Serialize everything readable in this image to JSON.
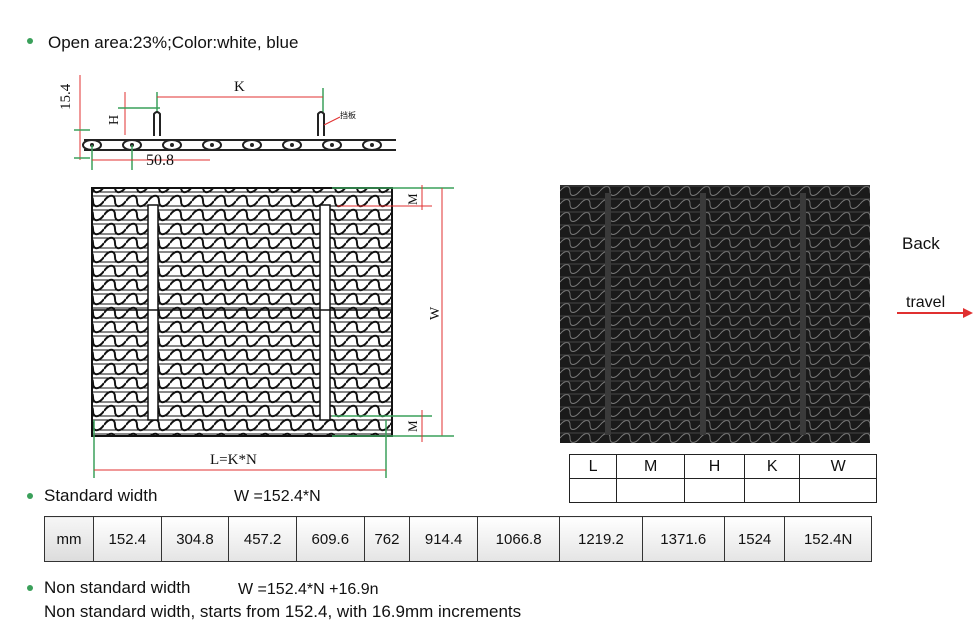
{
  "spec": {
    "open_area_line": "Open area:23%;Color:white, blue"
  },
  "drawing": {
    "dim_15_4": "15.4",
    "dim_K": "K",
    "dim_H": "H",
    "dim_50_8": "50.8",
    "dim_M_top": "M",
    "dim_M_bottom": "M",
    "dim_W": "W",
    "dim_L": "L=K*N",
    "chinese_note": "挡板",
    "back_label": "Back",
    "travel_label": "travel",
    "accent_green": "#3aa05a",
    "accent_red": "#e03030"
  },
  "dims_table": {
    "headers": [
      "L",
      "M",
      "H",
      "K",
      "W"
    ]
  },
  "standard": {
    "label": "Standard width",
    "formula": "W =152.4*N",
    "unit": "mm",
    "values": [
      "152.4",
      "304.8",
      "457.2",
      "609.6",
      "762",
      "914.4",
      "1066.8",
      "1219.2",
      "1371.6",
      "1524",
      "152.4N"
    ]
  },
  "nonstandard": {
    "label": "Non standard width",
    "formula": "W =152.4*N +16.9n",
    "note": "Non standard width, starts from 152.4, with 16.9mm increments"
  }
}
